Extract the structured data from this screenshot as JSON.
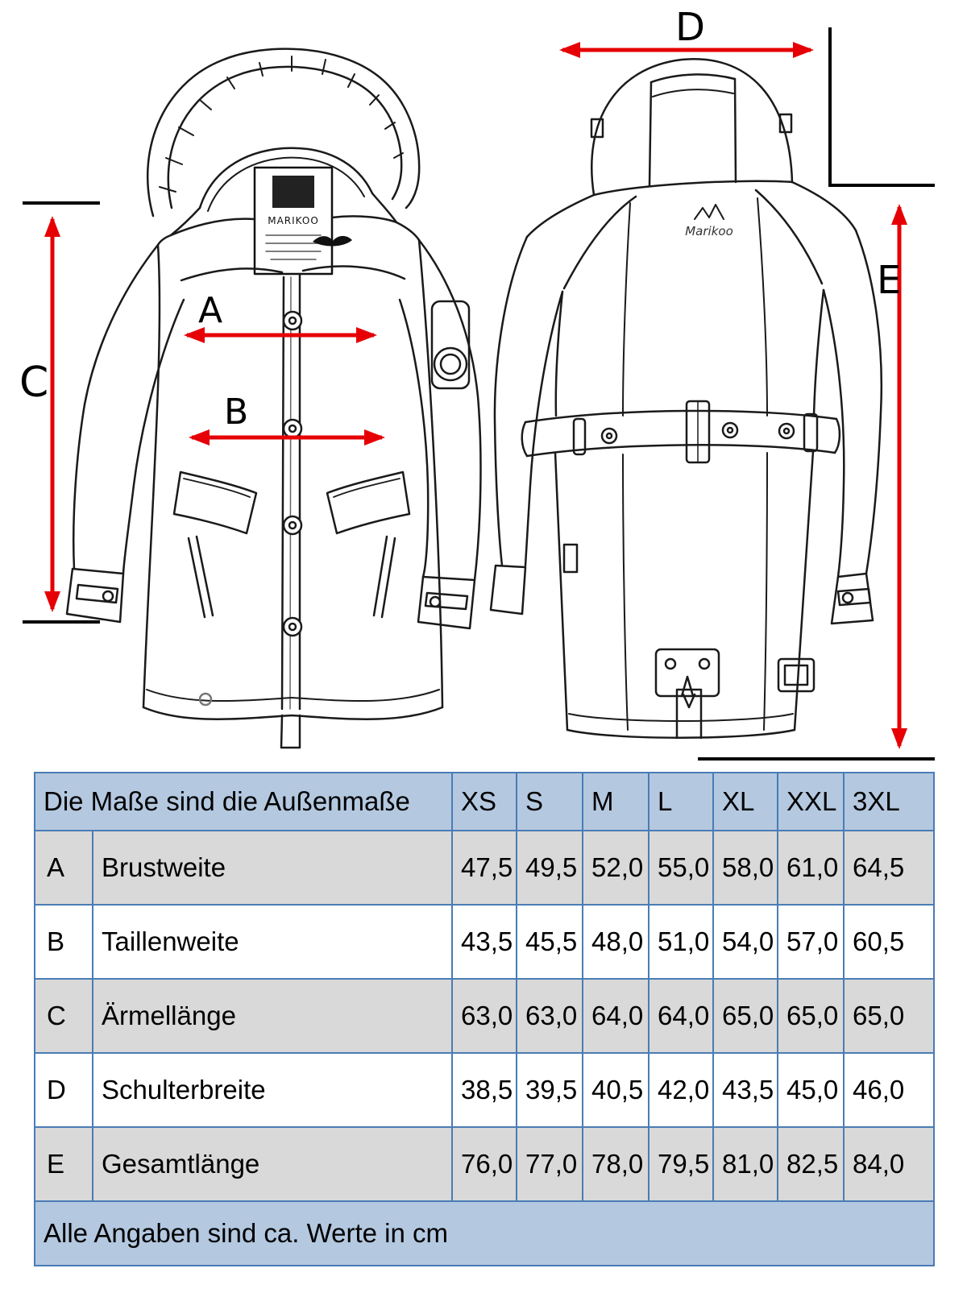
{
  "diagram": {
    "labels": {
      "a": "A",
      "b": "B",
      "c": "C",
      "d": "D",
      "e": "E"
    },
    "front_label_text": "MARIKOO",
    "back_logo_text": "Marikoo",
    "arrow_color": "#e60005",
    "line_color": "#1a1a1a"
  },
  "size_table": {
    "header": {
      "title": "Die Maße sind die Außenmaße",
      "sizes": [
        "XS",
        "S",
        "M",
        "L",
        "XL",
        "XXL",
        "3XL"
      ]
    },
    "rows": [
      {
        "key": "A",
        "label": "Brustweite",
        "values": [
          "47,5",
          "49,5",
          "52,0",
          "55,0",
          "58,0",
          "61,0",
          "64,5"
        ]
      },
      {
        "key": "B",
        "label": "Taillenweite",
        "values": [
          "43,5",
          "45,5",
          "48,0",
          "51,0",
          "54,0",
          "57,0",
          "60,5"
        ]
      },
      {
        "key": "C",
        "label": "Ärmellänge",
        "values": [
          "63,0",
          "63,0",
          "64,0",
          "64,0",
          "65,0",
          "65,0",
          "65,0"
        ]
      },
      {
        "key": "D",
        "label": "Schulterbreite",
        "values": [
          "38,5",
          "39,5",
          "40,5",
          "42,0",
          "43,5",
          "45,0",
          "46,0"
        ]
      },
      {
        "key": "E",
        "label": "Gesamtlänge",
        "values": [
          "76,0",
          "77,0",
          "78,0",
          "79,5",
          "81,0",
          "82,5",
          "84,0"
        ]
      }
    ],
    "footer_note": "Alle Angaben sind ca. Werte in cm",
    "colors": {
      "header_bg": "#b4c8e0",
      "row_alt_bg": "#d9d9d9",
      "row_bg": "#ffffff",
      "border": "#4a7cb5"
    }
  }
}
